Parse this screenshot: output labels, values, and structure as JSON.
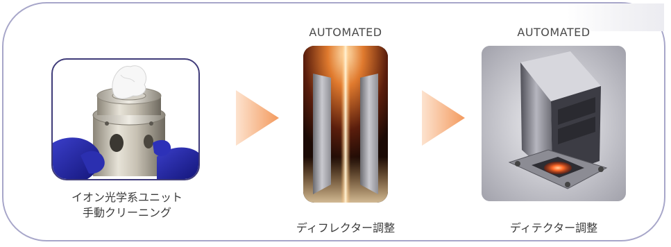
{
  "steps": [
    {
      "top_label": "",
      "caption_line1": "イオン光学系ユニット",
      "caption_line2": "手動クリーニング",
      "image_icon": "manual-cleaning-photo"
    },
    {
      "top_label": "AUTOMATED",
      "caption_line1": "ディフレクター調整",
      "image_icon": "deflector-photo"
    },
    {
      "top_label": "AUTOMATED",
      "caption_line1": "ディテクター調整",
      "image_icon": "detector-photo"
    }
  ],
  "colors": {
    "frame_border": "#a7a6c9",
    "photo1_border": "#3f3b79",
    "arrow_light": "#fde3cf",
    "arrow_dark": "#f39a5e"
  }
}
